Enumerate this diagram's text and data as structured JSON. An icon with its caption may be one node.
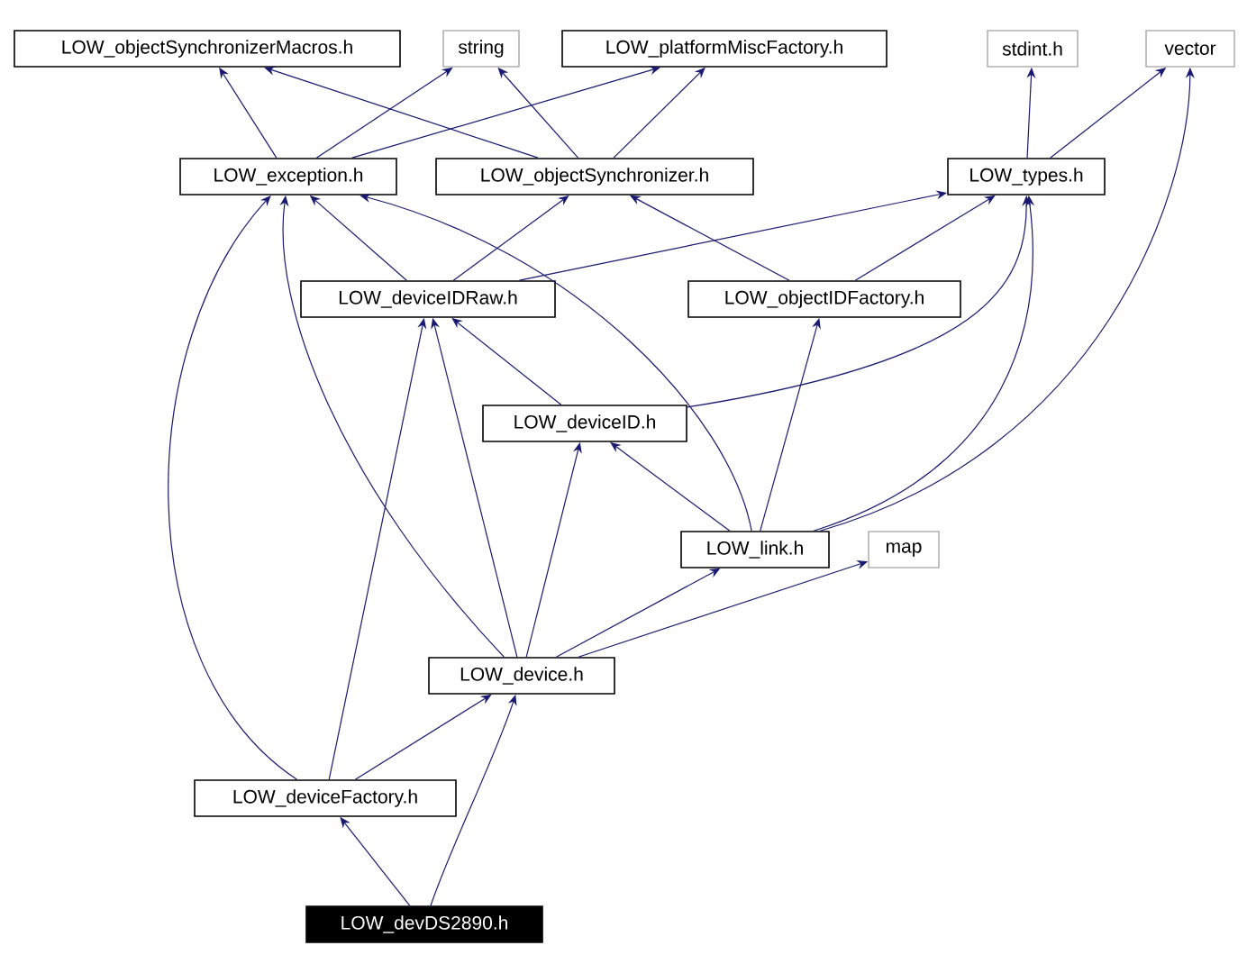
{
  "diagram": {
    "nodes": [
      {
        "text": [
          "LOW_objectSynchronizerMacros.h"
        ]
      },
      {
        "text": [
          "string"
        ]
      },
      {
        "text": [
          "LOW_platformMiscFactory.h"
        ]
      },
      {
        "text": [
          "stdint.h"
        ]
      },
      {
        "text": [
          "vector"
        ]
      },
      {
        "text": [
          "LOW_exception.h"
        ]
      },
      {
        "text": [
          "LOW_objectSynchronizer.h"
        ]
      },
      {
        "text": [
          "LOW_types.h"
        ]
      },
      {
        "text": [
          "LOW_deviceIDRaw.h"
        ]
      },
      {
        "text": [
          "LOW_objectIDFactory.h"
        ]
      },
      {
        "text": [
          "LOW_deviceID.h"
        ]
      },
      {
        "text": [
          "LOW_link.h"
        ]
      },
      {
        "text": [
          "map"
        ]
      },
      {
        "text": [
          "LOW_device.h"
        ]
      },
      {
        "text": [
          "LOW_deviceFactory.h"
        ]
      },
      {
        "text": [
          "LOW_devDS2890.h"
        ]
      }
    ],
    "edges": [
      {
        "from": 5,
        "to": 0,
        "arrow": "to"
      },
      {
        "from": 5,
        "to": 1,
        "arrow": "to"
      },
      {
        "from": 5,
        "to": 2,
        "arrow": "to"
      },
      {
        "from": 6,
        "to": 0,
        "arrow": "to"
      },
      {
        "from": 6,
        "to": 1,
        "arrow": "to"
      },
      {
        "from": 6,
        "to": 2,
        "arrow": "to"
      },
      {
        "from": 7,
        "to": 3,
        "arrow": "to"
      },
      {
        "from": 7,
        "to": 4,
        "arrow": "to"
      },
      {
        "from": 8,
        "to": 5,
        "arrow": "to"
      },
      {
        "from": 8,
        "to": 6,
        "arrow": "to"
      },
      {
        "from": 8,
        "to": 7,
        "arrow": "to"
      },
      {
        "from": 9,
        "to": 6,
        "arrow": "to"
      },
      {
        "from": 9,
        "to": 7,
        "arrow": "to"
      },
      {
        "from": 10,
        "to": 8,
        "arrow": "to"
      },
      {
        "from": 10,
        "to": 7,
        "arrow": "to"
      },
      {
        "from": 11,
        "to": 5,
        "arrow": "to"
      },
      {
        "from": 11,
        "to": 9,
        "arrow": "to"
      },
      {
        "from": 11,
        "to": 10,
        "arrow": "to"
      },
      {
        "from": 11,
        "to": 7,
        "arrow": "to"
      },
      {
        "from": 11,
        "to": 4,
        "arrow": "to"
      },
      {
        "from": 13,
        "to": 5,
        "arrow": "to"
      },
      {
        "from": 13,
        "to": 8,
        "arrow": "to"
      },
      {
        "from": 13,
        "to": 10,
        "arrow": "to"
      },
      {
        "from": 13,
        "to": 11,
        "arrow": "to"
      },
      {
        "from": 13,
        "to": 12,
        "arrow": "to"
      },
      {
        "from": 14,
        "to": 5,
        "arrow": "to"
      },
      {
        "from": 14,
        "to": 8,
        "arrow": "to"
      },
      {
        "from": 14,
        "to": 13,
        "arrow": "to"
      },
      {
        "from": 15,
        "to": 14,
        "arrow": "to"
      },
      {
        "from": 15,
        "to": 13,
        "arrow": "to"
      }
    ]
  }
}
